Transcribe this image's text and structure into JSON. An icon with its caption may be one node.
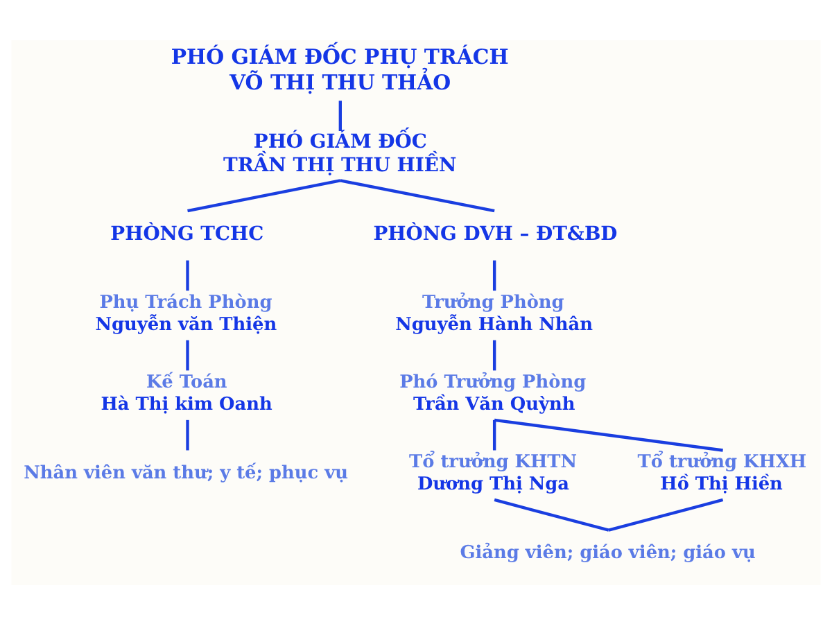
{
  "diagram": {
    "nodes": [
      {
        "text": [
          "PHÓ GIÁM ĐỐC PHỤ TRÁCH",
          "VÕ THỊ THU THẢO"
        ]
      },
      {
        "text": [
          "PHÓ GIÁM ĐỐC",
          "TRẦN THỊ THU HIỀN"
        ]
      },
      {
        "text": [
          "PHÒNG TCHC"
        ]
      },
      {
        "text": [
          "PHÒNG DVH – ĐT&BD"
        ]
      },
      {
        "text": [
          "Phụ Trách Phòng",
          "Nguyễn văn Thiện"
        ]
      },
      {
        "text": [
          "Trưởng Phòng",
          "Nguyễn Hành Nhân"
        ]
      },
      {
        "text": [
          "Kế Toán",
          "Hà Thị kim Oanh"
        ]
      },
      {
        "text": [
          "Phó Trưởng Phòng",
          "Trần Văn Quỳnh"
        ]
      },
      {
        "text": [
          "Nhân viên văn thư; y tế; phục vụ"
        ]
      },
      {
        "text": [
          "Tổ trưởng KHTN",
          "Dương Thị Nga"
        ]
      },
      {
        "text": [
          "Tổ trưởng KHXH",
          "Hồ Thị Hiền"
        ]
      },
      {
        "text": [
          "Giảng viên; giáo viên; giáo vụ"
        ]
      }
    ],
    "edges": [
      {
        "from": 0,
        "to": 1,
        "arrow": "none"
      },
      {
        "from": 1,
        "to": 2,
        "arrow": "none"
      },
      {
        "from": 1,
        "to": 3,
        "arrow": "none"
      },
      {
        "from": 2,
        "to": 4,
        "arrow": "none"
      },
      {
        "from": 3,
        "to": 5,
        "arrow": "none"
      },
      {
        "from": 4,
        "to": 6,
        "arrow": "none"
      },
      {
        "from": 5,
        "to": 7,
        "arrow": "none"
      },
      {
        "from": 6,
        "to": 8,
        "arrow": "none"
      },
      {
        "from": 7,
        "to": 9,
        "arrow": "none"
      },
      {
        "from": 7,
        "to": 10,
        "arrow": "none"
      },
      {
        "from": 9,
        "to": 11,
        "arrow": "none"
      },
      {
        "from": 10,
        "to": 11,
        "arrow": "none"
      }
    ]
  }
}
